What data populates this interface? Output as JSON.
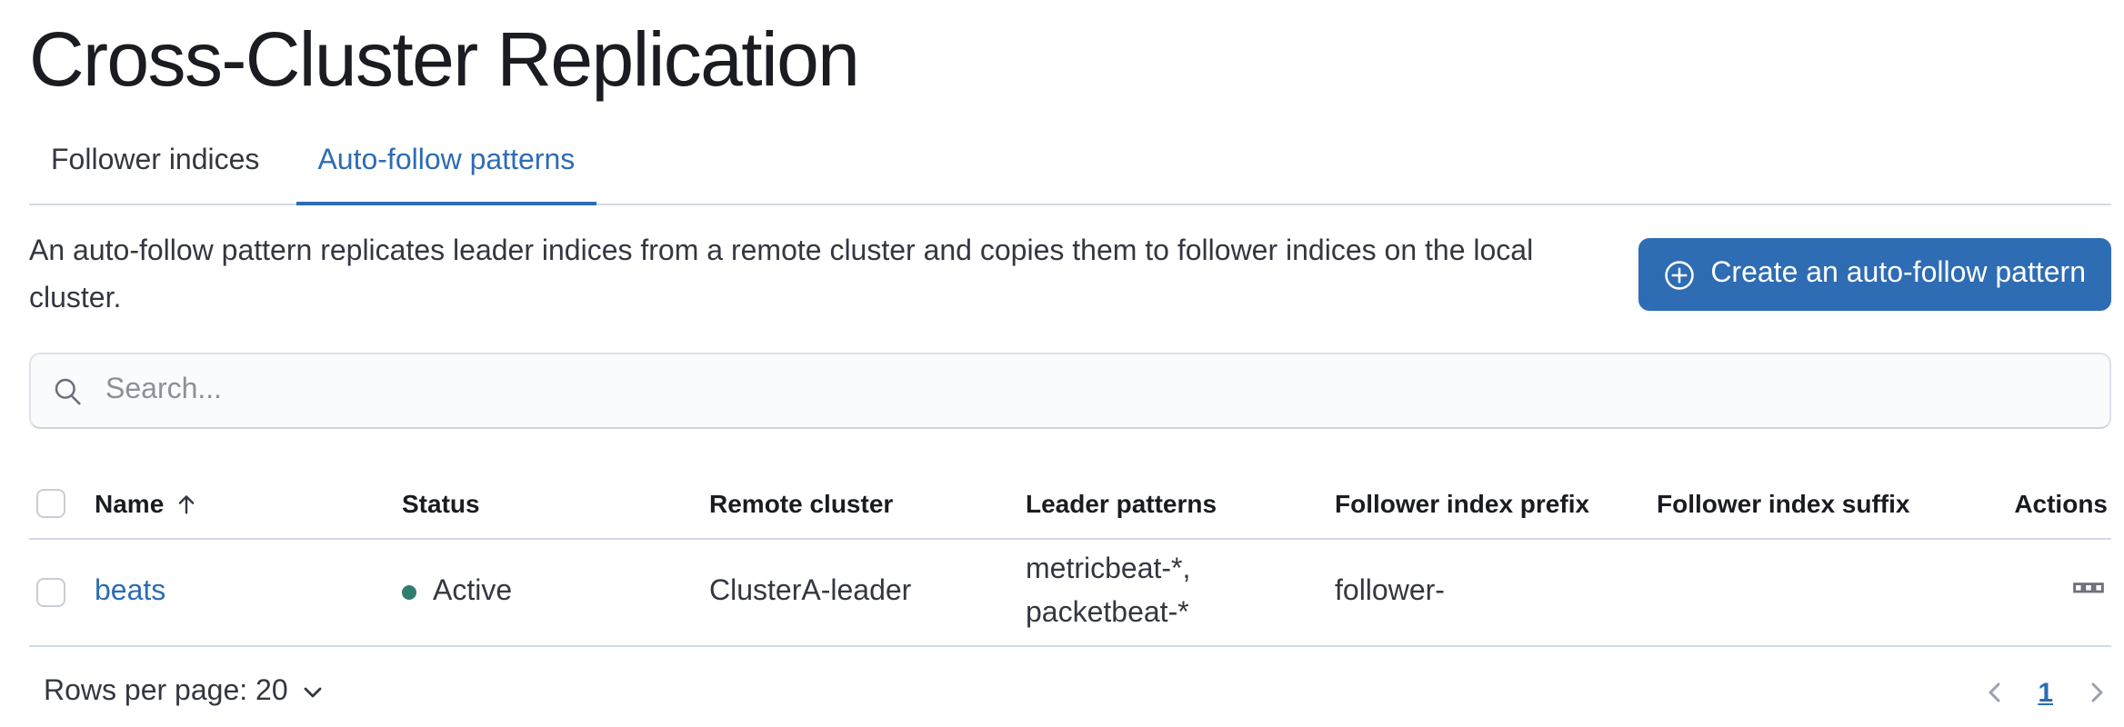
{
  "title": "Cross-Cluster Replication",
  "tabs": {
    "follower_indices": "Follower indices",
    "auto_follow_patterns": "Auto-follow patterns",
    "active_tab": "Auto-follow patterns"
  },
  "intro": "An auto-follow pattern replicates leader indices from a remote cluster and copies them to follower indices on the local cluster.",
  "create_button": {
    "label": "Create an auto-follow pattern",
    "icon": "plus-in-circle-icon"
  },
  "search": {
    "placeholder": "Search...",
    "value": ""
  },
  "table": {
    "headers": {
      "name": "Name",
      "status": "Status",
      "remote_cluster": "Remote cluster",
      "leader_patterns": "Leader patterns",
      "follower_index_prefix": "Follower index prefix",
      "follower_index_suffix": "Follower index suffix",
      "actions": "Actions"
    },
    "sort": {
      "column": "Name",
      "direction": "ascending"
    },
    "rows": [
      {
        "name": "beats",
        "status": "Active",
        "remote_cluster": "ClusterA-leader",
        "leader_patterns": "metricbeat-*, packetbeat-*",
        "follower_index_prefix": "follower-",
        "follower_index_suffix": "",
        "actions_icon": "boxes-horizontal-icon"
      }
    ]
  },
  "footer": {
    "rows_per_page": "Rows per page: 20",
    "page_number": "1"
  },
  "colors": {
    "primary_blue": "#2e6cb3",
    "status_active_dot": "#2e7d6e",
    "border": "#d3dae6",
    "text": "#343741",
    "heading": "#1a1c21"
  }
}
